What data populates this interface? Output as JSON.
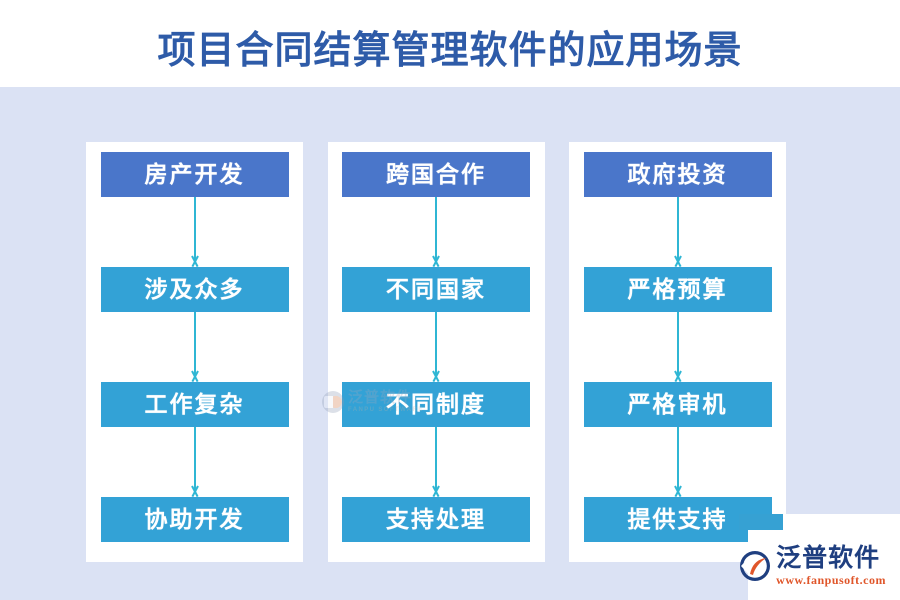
{
  "header": {
    "title": "项目合同结算管理软件的应用场景",
    "title_color": "#2e5ba8",
    "band_color": "#ffffff"
  },
  "theme": {
    "background": "#dbe2f4",
    "card_background": "#ffffff",
    "node_dark": "#4a76ca",
    "node_light": "#33a2d6",
    "arrow": "#2fb6d4",
    "logo_blue": "#1f3f80",
    "logo_orange": "#e0562a"
  },
  "flow": {
    "columns": [
      {
        "id": "column-1",
        "nodes": [
          {
            "label": "房产开发",
            "style": "dark"
          },
          {
            "label": "涉及众多",
            "style": "light"
          },
          {
            "label": "工作复杂",
            "style": "light"
          },
          {
            "label": "协助开发",
            "style": "light"
          }
        ]
      },
      {
        "id": "column-2",
        "nodes": [
          {
            "label": "跨国合作",
            "style": "dark"
          },
          {
            "label": "不同国家",
            "style": "light"
          },
          {
            "label": "不同制度",
            "style": "light"
          },
          {
            "label": "支持处理",
            "style": "light"
          }
        ]
      },
      {
        "id": "column-3",
        "nodes": [
          {
            "label": "政府投资",
            "style": "dark"
          },
          {
            "label": "严格预算",
            "style": "light"
          },
          {
            "label": "严格审机",
            "style": "light"
          },
          {
            "label": "提供支持",
            "style": "light"
          }
        ]
      }
    ]
  },
  "watermark": {
    "brand_cn": "泛普软件",
    "brand_en": "FANPU SOFTWARE"
  },
  "logo": {
    "brand_cn": "泛普软件",
    "url": "www.fanpusoft.com"
  }
}
